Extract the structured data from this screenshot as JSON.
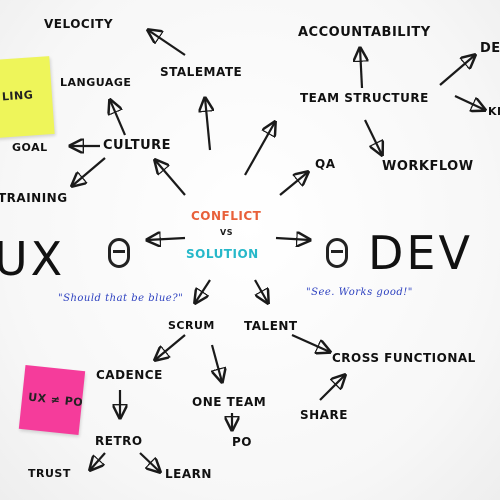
{
  "colors": {
    "ink": "#1a1a1a",
    "conflict": "#e8603a",
    "solution": "#26b8c9",
    "quote_blue": "#2b3fbf",
    "sticky_yellow": "#eef55a",
    "sticky_pink": "#f53c9b"
  },
  "center": {
    "conflict": "CONFLICT",
    "vs": "VS",
    "solution": "SOLUTION"
  },
  "sides": {
    "left": "UX",
    "right": "DEV"
  },
  "quotes": {
    "left": "\"Should that be blue?\"",
    "right": "\"See. Works good!\""
  },
  "nodes": {
    "velocity": "VELOCITY",
    "stalemate": "STALEMATE",
    "language": "LANGUAGE",
    "culture": "CULTURE",
    "goal": "GOAL",
    "training": "TRAINING",
    "accountability": "ACCOUNTABILITY",
    "team_structure": "TEAM STRUCTURE",
    "workflow": "WORKFLOW",
    "qa": "QA",
    "de": "DE",
    "kn": "KN",
    "scrum": "SCRUM",
    "talent": "TALENT",
    "cross_functional": "CROSS FUNCTIONAL",
    "cadence": "CADENCE",
    "one_team": "ONE TEAM",
    "po": "PO",
    "retro": "RETRO",
    "trust": "TRUST",
    "learn": "LEARN",
    "share": "SHARE"
  },
  "stickies": {
    "yellow": "LING",
    "pink": "UX ≠ PO"
  }
}
